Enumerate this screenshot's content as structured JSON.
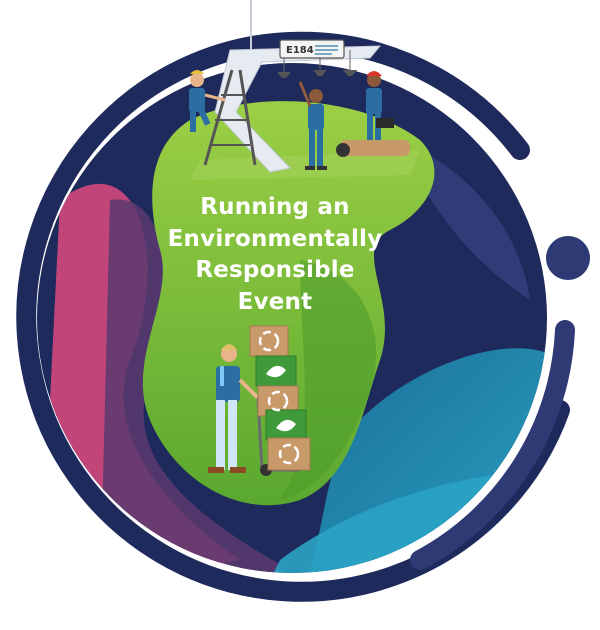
{
  "headline": {
    "lines": [
      "Running an",
      "Environmentally",
      "Responsible",
      "Event"
    ]
  },
  "booth_sign": {
    "code": "E184"
  },
  "colors": {
    "navy": "#1f2a5c",
    "indigo": "#2f3a75",
    "magenta": "#c2457a",
    "plum": "#5a3a6e",
    "teal": "#1f8fb0",
    "green_light": "#8dc63f",
    "green_dark": "#4a9a2a",
    "cardboard": "#c89a6a",
    "white": "#ffffff"
  },
  "icons": [
    "recycle-icon",
    "leaf-icon",
    "info-dot-icon"
  ]
}
